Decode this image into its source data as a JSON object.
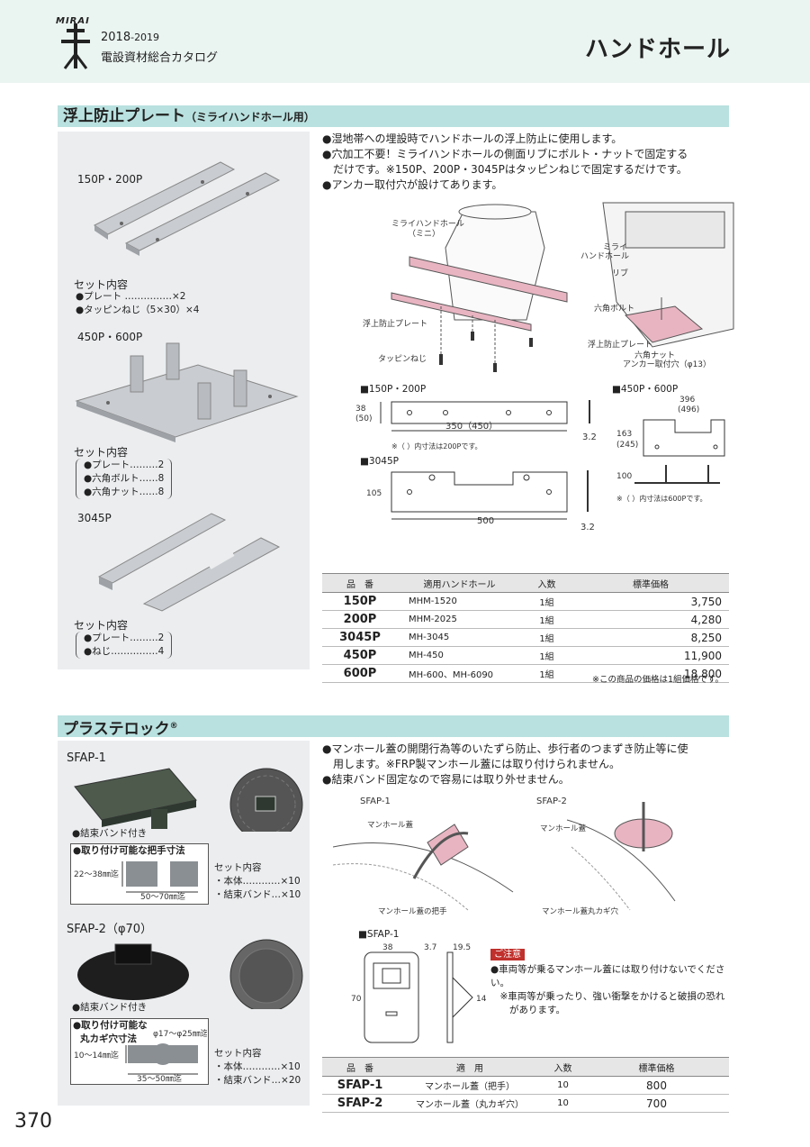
{
  "header": {
    "logo": "MIRAI",
    "year_main": "2018",
    "year_sub": "-2019",
    "catalog": "電設資材総合カタログ",
    "title": "ハンドホール"
  },
  "section1": {
    "title": "浮上防止プレート",
    "subtitle": "（ミライハンドホール用）",
    "products": [
      {
        "label": "150P・200P",
        "set_title": "セット内容",
        "items": [
          "●プレート ……………×2",
          "●タッピンねじ（5×30）×4"
        ]
      },
      {
        "label": "450P・600P",
        "set_title": "セット内容",
        "items": [
          "●プレート………2",
          "●六角ボルト……8",
          "●六角ナット……8"
        ]
      },
      {
        "label": "3045P",
        "set_title": "セット内容",
        "items": [
          "●プレート………2",
          "●ねじ……………4"
        ]
      }
    ],
    "bullets": [
      "●湿地帯への埋設時でハンドホールの浮上防止に使用します。",
      "●穴加工不要！ミライハンドホールの側面リブにボルト・ナットで固定する",
      "　だけです。※150P、200P・3045Pはタッピンねじで固定するだけです。",
      "●アンカー取付穴が設けてあります。"
    ],
    "diagram_labels": {
      "mini": "ミライハンドホール\n（ミニ）",
      "plate": "浮上防止プレート",
      "screw": "タッピンねじ",
      "handhole": "ミライ\nハンドホール",
      "rib": "リブ",
      "bolt": "六角ボルト",
      "plate2": "浮上防止プレート",
      "nut": "六角ナット",
      "anchor": "アンカー取付穴（φ13）"
    },
    "dims": {
      "d150_title": "■150P・200P",
      "d150_h": "38\n(50)",
      "d150_w": "350（450）",
      "d150_t": "3.2",
      "d150_note": "※（ ）内寸法は200Pです。",
      "d3045_title": "■3045P",
      "d3045_h": "105",
      "d3045_w": "500",
      "d3045_t": "3.2",
      "d450_title": "■450P・600P",
      "d450_w": "396\n(496)",
      "d450_h": "163\n(245)",
      "d450_side": "100",
      "d450_note": "※（ ）内寸法は600Pです。"
    },
    "table": {
      "headers": [
        "品　番",
        "適用ハンドホール",
        "入数",
        "標準価格"
      ],
      "rows": [
        [
          "150P",
          "MHM-1520",
          "1組",
          "3,750"
        ],
        [
          "200P",
          "MHM-2025",
          "1組",
          "4,280"
        ],
        [
          "3045P",
          "MH-3045",
          "1組",
          "8,250"
        ],
        [
          "450P",
          "MH-450",
          "1組",
          "11,900"
        ],
        [
          "600P",
          "MH-600、MH-6090",
          "1組",
          "18,800"
        ]
      ],
      "note": "※この商品の価格は1組価格です。"
    }
  },
  "section2": {
    "title": "プラステロック",
    "reg": "®",
    "sfap1": {
      "label": "SFAP-1",
      "band": "●結束バンド付き",
      "handle_title": "●取り付け可能な把手寸法",
      "dim_h": "22～38㎜迄",
      "dim_w": "50～70㎜迄",
      "set_title": "セット内容",
      "set_items": [
        "・本体…………×10",
        "・結束バンド…×10"
      ]
    },
    "sfap2": {
      "label": "SFAP-2（φ70）",
      "band": "●結束バンド付き",
      "hole_title": "●取り付け可能な",
      "hole_title2": "丸カギ穴寸法",
      "dim_d": "φ17～φ25㎜迄",
      "dim_h": "10～14㎜迄",
      "dim_w": "35～50㎜迄",
      "set_title": "セット内容",
      "set_items": [
        "・本体…………×10",
        "・結束バンド…×20"
      ]
    },
    "bullets": [
      "●マンホール蓋の開閉行為等のいたずら防止、歩行者のつまずき防止等に使",
      "　用します。※FRP製マンホール蓋には取り付けられません。",
      "●結束バンド固定なので容易には取り外せません。"
    ],
    "diagram_labels": {
      "s1": "SFAP-1",
      "s1_lid": "マンホール蓋",
      "s1_handle": "マンホール蓋の把手",
      "s2": "SFAP-2",
      "s2_lid": "マンホール蓋",
      "s2_hole": "マンホール蓋丸カギ穴"
    },
    "dims": {
      "title": "■SFAP-1",
      "w": "38",
      "h": "70",
      "t1": "3.7",
      "t2": "19.5",
      "t3": "14"
    },
    "caution": {
      "label": "ご注意",
      "lines": [
        "●車両等が乗るマンホール蓋には取り付けないでください。",
        "　※車両等が乗ったり、強い衝撃をかけると破損の恐れ",
        "　　があります。"
      ]
    },
    "table": {
      "headers": [
        "品　番",
        "適　用",
        "入数",
        "標準価格"
      ],
      "rows": [
        [
          "SFAP-1",
          "マンホール蓋（把手）",
          "10",
          "800"
        ],
        [
          "SFAP-2",
          "マンホール蓋（丸カギ穴）",
          "10",
          "700"
        ]
      ]
    }
  },
  "page_number": "370",
  "colors": {
    "header_bg": "#eaf4f1",
    "section_bar": "#b9e1df",
    "panel": "#ebedef",
    "pink": "#e8b4c2",
    "caution": "#c0302c"
  }
}
